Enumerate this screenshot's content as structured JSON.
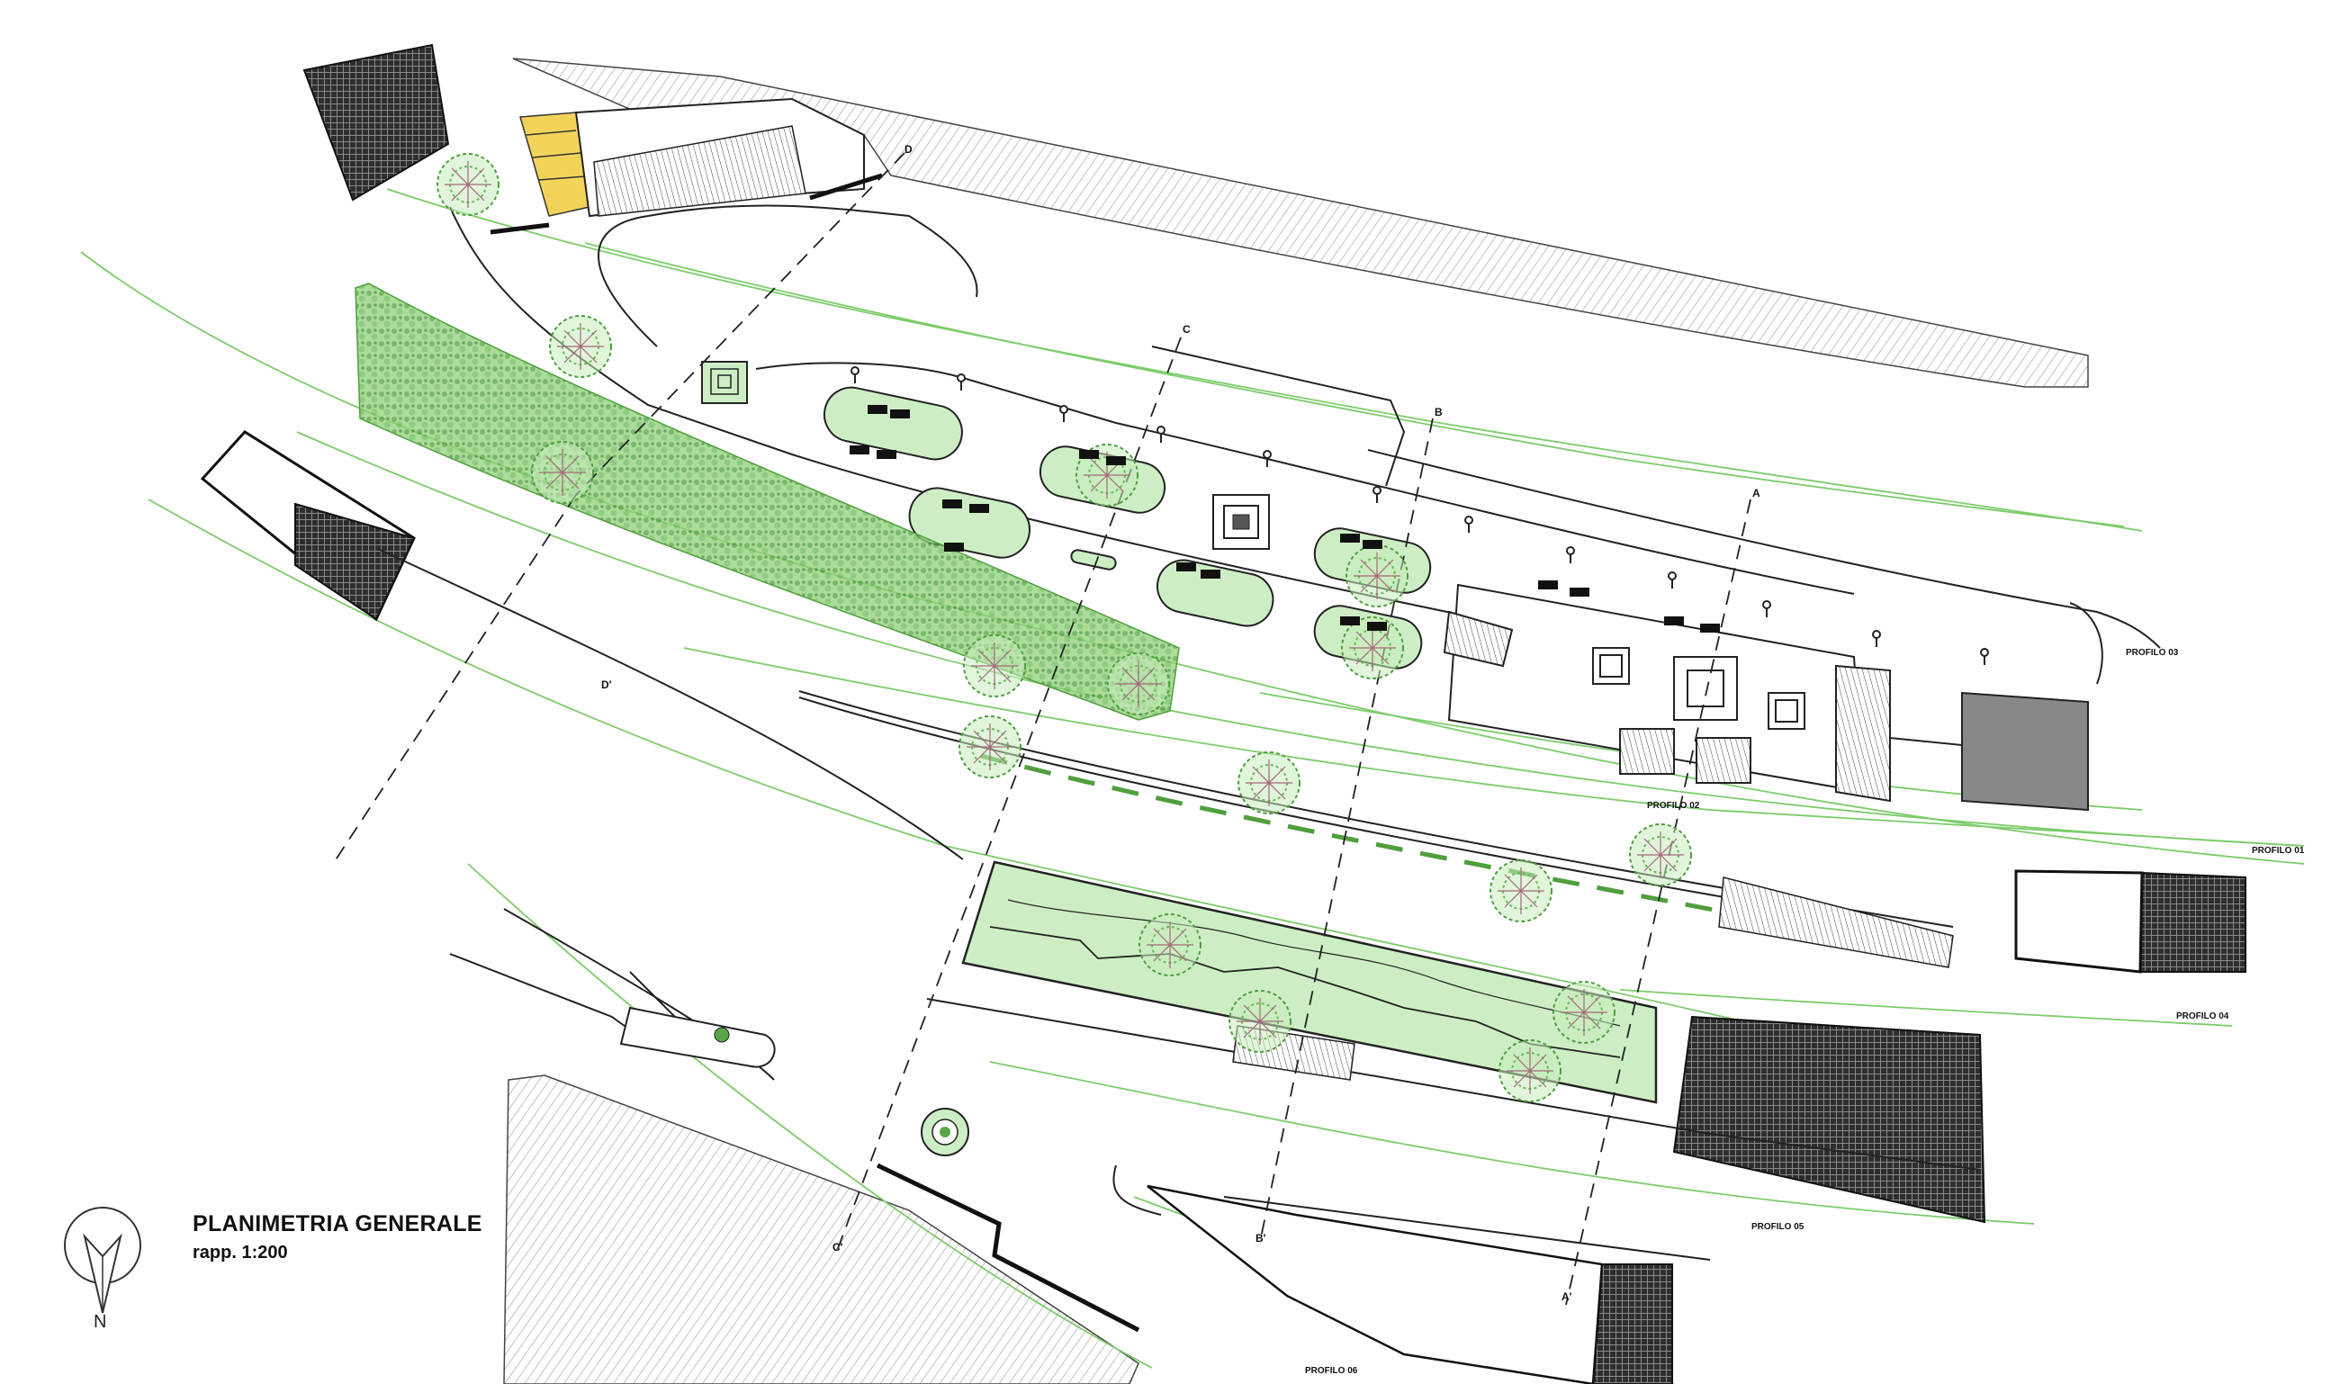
{
  "drawing": {
    "title": "PLANIMETRIA GENERALE",
    "scale": "rapp. 1:200",
    "north_label": "N"
  },
  "profiles": [
    {
      "id": "p01",
      "label": "PROFILO 01"
    },
    {
      "id": "p02",
      "label": "PROFILO 02"
    },
    {
      "id": "p03",
      "label": "PROFILO 03"
    },
    {
      "id": "p04",
      "label": "PROFILO 04"
    },
    {
      "id": "p05",
      "label": "PROFILO 05"
    },
    {
      "id": "p06",
      "label": "PROFILO 06"
    }
  ],
  "section_marks": [
    {
      "id": "a",
      "label": "A"
    },
    {
      "id": "a2",
      "label": "A'"
    },
    {
      "id": "b",
      "label": "B"
    },
    {
      "id": "b2",
      "label": "B'"
    },
    {
      "id": "c",
      "label": "C"
    },
    {
      "id": "c2",
      "label": "C'"
    },
    {
      "id": "d",
      "label": "D"
    },
    {
      "id": "d2",
      "label": "D'"
    }
  ],
  "colors": {
    "vegetation": "#5aa845",
    "lawn": "#cdeec4",
    "contour": "#7ccc6a",
    "line": "#222222",
    "paving": "#f2d35a"
  }
}
